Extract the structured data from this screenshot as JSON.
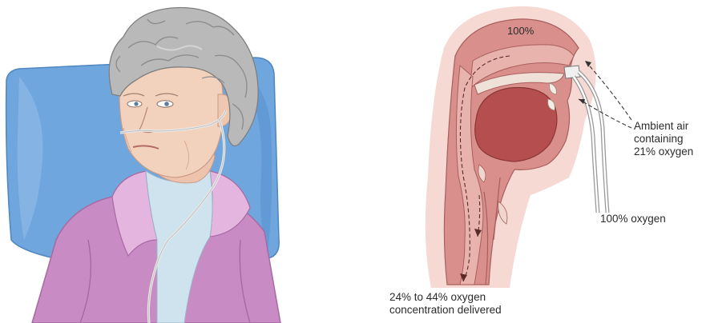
{
  "figure": {
    "left_panel": {
      "subject": "elderly-woman-with-nasal-cannula",
      "colors": {
        "pillow": "#6fa6de",
        "robe": "#c98bc3",
        "hair": "#b9b9b9",
        "skin": "#f3d2bd"
      }
    },
    "right_panel": {
      "labels": {
        "nasal_concentration": "100%",
        "ambient_line1": "Ambient air",
        "ambient_line2": "containing",
        "ambient_line3": "21% oxygen",
        "oxygen_source": "100% oxygen",
        "delivered_line1": "24% to 44% oxygen",
        "delivered_line2": "concentration delivered"
      },
      "colors": {
        "halo": "#f6d9d3",
        "tissue": "#d98f8c",
        "airway": "#e9b3ad",
        "tongue": "#b54e4e",
        "tubing": "#9a9a9a"
      }
    }
  }
}
